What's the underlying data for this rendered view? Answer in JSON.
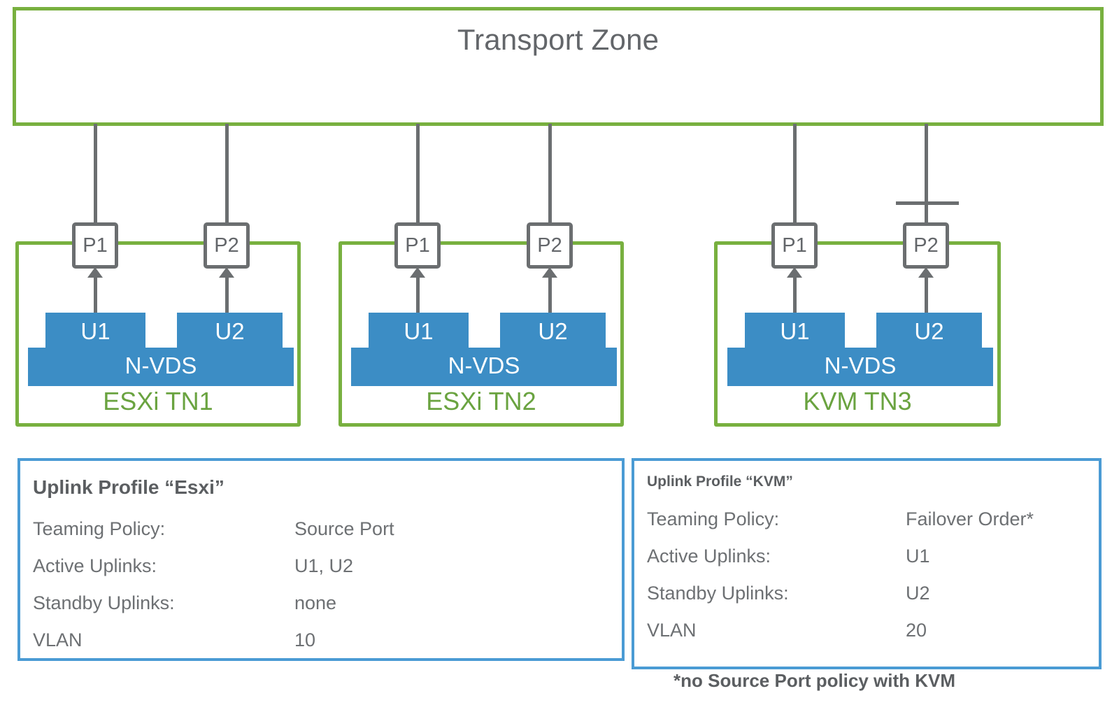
{
  "diagram": {
    "transport_zone": {
      "title": "Transport Zone"
    },
    "transport_nodes": [
      {
        "label": "ESXi TN1",
        "ports": [
          "P1",
          "P2"
        ],
        "nvds_label": "N-VDS",
        "uplinks": [
          "U1",
          "U2"
        ],
        "p2_link_blocked": false
      },
      {
        "label": "ESXi TN2",
        "ports": [
          "P1",
          "P2"
        ],
        "nvds_label": "N-VDS",
        "uplinks": [
          "U1",
          "U2"
        ],
        "p2_link_blocked": false
      },
      {
        "label": "KVM TN3",
        "ports": [
          "P1",
          "P2"
        ],
        "nvds_label": "N-VDS",
        "uplinks": [
          "U1",
          "U2"
        ],
        "p2_link_blocked": true
      }
    ],
    "profiles": [
      {
        "title": "Uplink Profile “Esxi”",
        "rows": [
          {
            "key": "Teaming Policy:",
            "value": "Source Port"
          },
          {
            "key": "Active Uplinks:",
            "value": "U1, U2"
          },
          {
            "key": "Standby Uplinks:",
            "value": "none"
          },
          {
            "key": "VLAN",
            "value": "10"
          }
        ]
      },
      {
        "title": "Uplink Profile “KVM”",
        "rows": [
          {
            "key": "Teaming Policy:",
            "value": "Failover Order*"
          },
          {
            "key": "Active Uplinks:",
            "value": "U1"
          },
          {
            "key": "Standby Uplinks:",
            "value": "U2"
          },
          {
            "key": "VLAN",
            "value": "20"
          }
        ]
      }
    ],
    "footnote": "*no Source Port policy with KVM"
  },
  "colors": {
    "zone_green": "#78b03f",
    "node_label_green": "#6aa340",
    "nvds_blue": "#3c8dc5",
    "profile_border_blue": "#4a9bd4",
    "line_gray": "#6b6e70",
    "text_gray": "#63666a"
  }
}
